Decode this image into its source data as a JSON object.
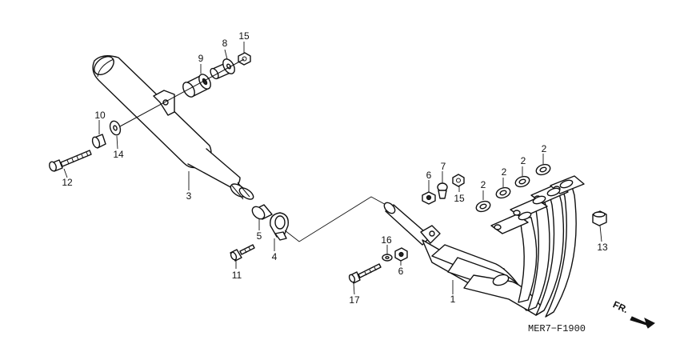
{
  "parts": [
    {
      "id": "p1",
      "label": "1"
    },
    {
      "id": "p2a",
      "label": "2"
    },
    {
      "id": "p2b",
      "label": "2"
    },
    {
      "id": "p2c",
      "label": "2"
    },
    {
      "id": "p2d",
      "label": "2"
    },
    {
      "id": "p3",
      "label": "3"
    },
    {
      "id": "p4",
      "label": "4"
    },
    {
      "id": "p5",
      "label": "5"
    },
    {
      "id": "p6a",
      "label": "6"
    },
    {
      "id": "p6b",
      "label": "6"
    },
    {
      "id": "p7",
      "label": "7"
    },
    {
      "id": "p8",
      "label": "8"
    },
    {
      "id": "p9",
      "label": "9"
    },
    {
      "id": "p10",
      "label": "10"
    },
    {
      "id": "p11",
      "label": "11"
    },
    {
      "id": "p12",
      "label": "12"
    },
    {
      "id": "p13",
      "label": "13"
    },
    {
      "id": "p14",
      "label": "14"
    },
    {
      "id": "p15a",
      "label": "15"
    },
    {
      "id": "p15b",
      "label": "15"
    },
    {
      "id": "p16",
      "label": "16"
    },
    {
      "id": "p17",
      "label": "17"
    }
  ],
  "diagram_code": "MER7−F1900",
  "direction_label": "FR."
}
